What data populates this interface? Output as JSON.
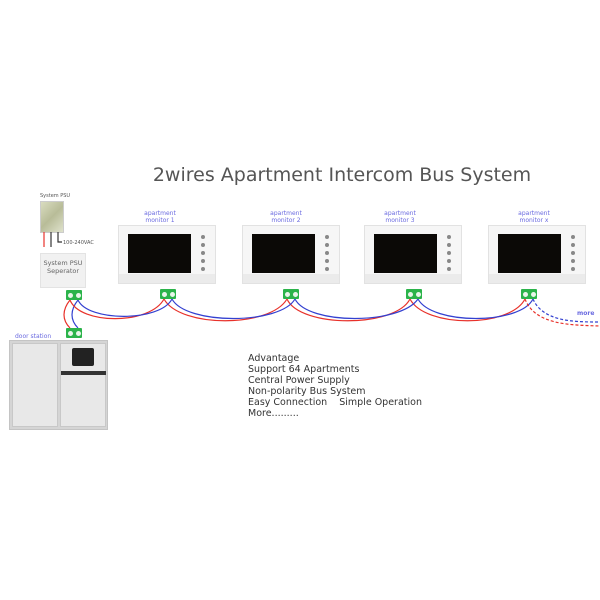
{
  "title": "2wires Apartment Intercom Bus System",
  "psu": {
    "label": "System PSU",
    "voltage": "100-240VAC"
  },
  "separator": {
    "line1": "System PSU",
    "line2": "Seperator"
  },
  "door_station": {
    "label": "door station"
  },
  "monitors": [
    {
      "line1": "apartment",
      "line2": "monitor 1"
    },
    {
      "line1": "apartment",
      "line2": "monitor 2"
    },
    {
      "line1": "apartment",
      "line2": "monitor 3"
    },
    {
      "line1": "apartment",
      "line2": "monitor x"
    }
  ],
  "more_label": "more",
  "advantages": [
    "Advantage",
    "Support 64 Apartments",
    "Central  Power Supply",
    "Non-polarity  Bus System",
    "Easy Connection    Simple Operation",
    "More........."
  ],
  "colors": {
    "wire_positive": "#e8312a",
    "wire_negative": "#3340d0",
    "terminal": "#2bb34a",
    "label_blue": "#6a6ae0"
  }
}
